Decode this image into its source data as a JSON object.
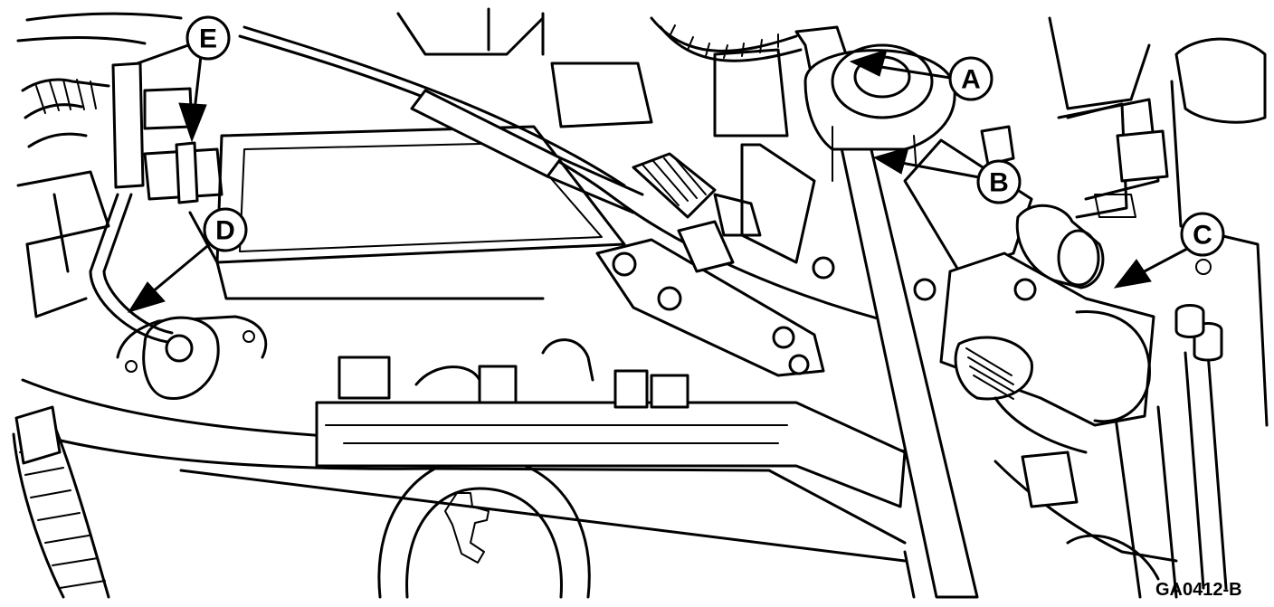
{
  "figure": {
    "code": "GA0412-B"
  },
  "callouts": [
    {
      "id": "A",
      "label": "A"
    },
    {
      "id": "B",
      "label": "B"
    },
    {
      "id": "C",
      "label": "C"
    },
    {
      "id": "D",
      "label": "D"
    },
    {
      "id": "E",
      "label": "E"
    }
  ]
}
